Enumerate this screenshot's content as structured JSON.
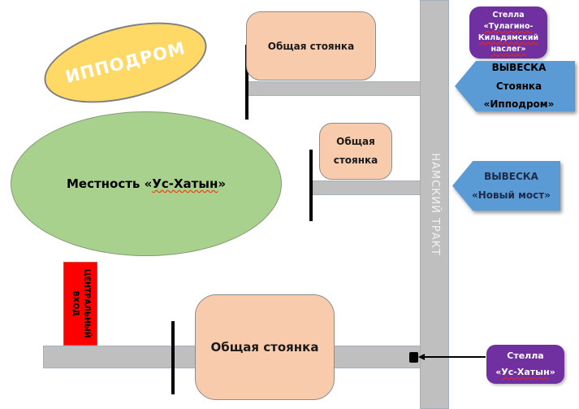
{
  "areas": {
    "hippodrome": {
      "label": "ИППОДРОМ",
      "fill": "#FFD966"
    },
    "us_khatyn": {
      "label_prefix": "Местность «",
      "label_wavy": "Ус-Хатын",
      "label_suffix": "»",
      "fill": "#A9D18E"
    }
  },
  "parking": {
    "top": {
      "label": "Общая стоянка"
    },
    "middle": {
      "label": "Общая стоянка"
    },
    "bottom": {
      "label": "Общая стоянка"
    }
  },
  "roads": {
    "namsky": {
      "label": "НАМСКИЙ ТРАКТ",
      "fill": "#BFBFBF"
    }
  },
  "entrance": {
    "line1": "ЦЕНТРАЛЬНЫЙ",
    "line2": "ВХОД",
    "fill": "#FF0000"
  },
  "stellas": {
    "tulagino": {
      "line1": "Стелла",
      "line2": "«Тулагино-",
      "line3": "Кильдямский",
      "line4": "наслег»",
      "fill": "#7030A0"
    },
    "us_khatyn": {
      "line1": "Стелла",
      "line2_prefix": "«",
      "line2_wavy": "Ус-Хатын",
      "line2_suffix": "»",
      "fill": "#7030A0"
    }
  },
  "signs": {
    "hippodrome": {
      "line1": "ВЫВЕСКА",
      "line2": "Стоянка «Ипподром»",
      "fill": "#5B9BD5"
    },
    "new_bridge": {
      "line1": "ВЫВЕСКА",
      "line2": "«Новый мост»",
      "fill": "#5B9BD5"
    }
  },
  "colors": {
    "road": "#BFBFBF",
    "parking": "#F8CBAD",
    "squiggle": "#FF0000"
  }
}
